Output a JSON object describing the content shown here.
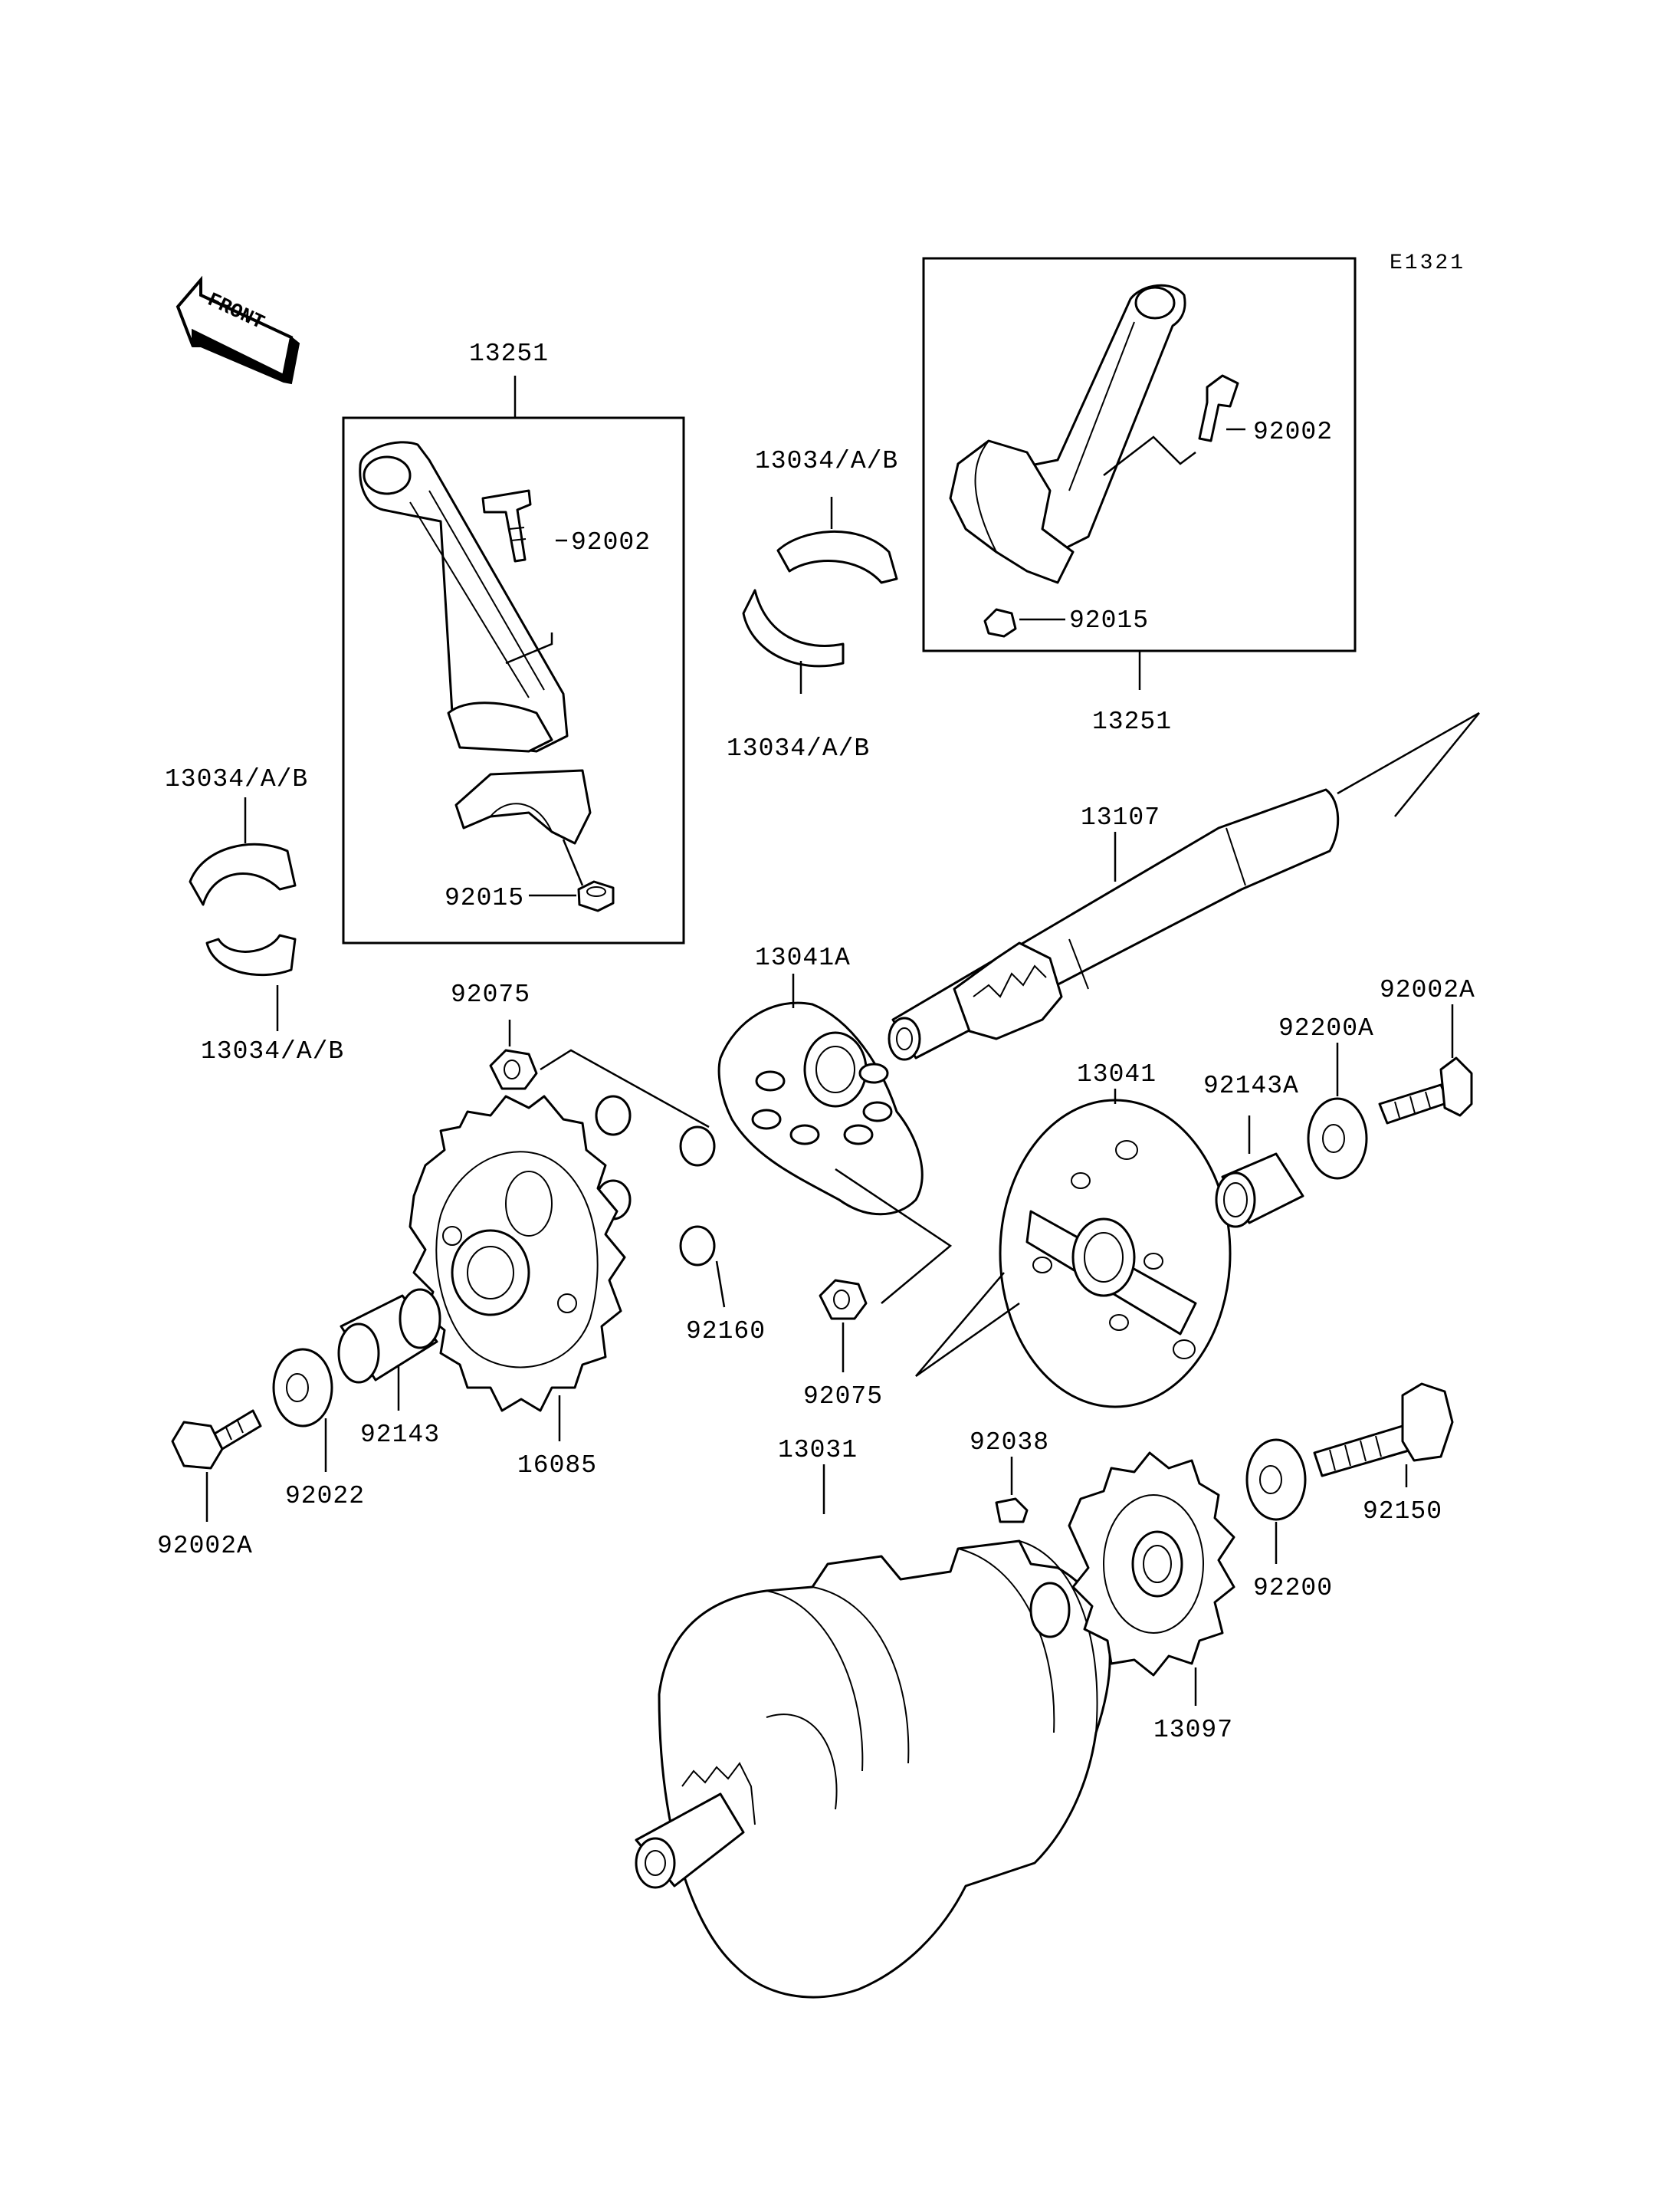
{
  "diagram_code": "E1321",
  "front_arrow_label": "FRONT",
  "labels": {
    "l13251_left": "13251",
    "l92002_left": "92002",
    "l92015_left": "92015",
    "l13034_top": "13034/A/B",
    "l13034_mid": "13034/A/B",
    "l13034_leftup": "13034/A/B",
    "l13034_leftdn": "13034/A/B",
    "l92002_right": "92002",
    "l92015_right": "92015",
    "l13251_right": "13251",
    "l13107": "13107",
    "l13041A": "13041A",
    "l92075_top": "92075",
    "l92002A_right": "92002A",
    "l92200A": "92200A",
    "l92143A": "92143A",
    "l13041": "13041",
    "l92160": "92160",
    "l92075_bot": "92075",
    "l92143": "92143",
    "l16085": "16085",
    "l92022": "92022",
    "l92002A_left": "92002A",
    "l13031": "13031",
    "l92038": "92038",
    "l92150": "92150",
    "l92200": "92200",
    "l13097": "13097"
  }
}
